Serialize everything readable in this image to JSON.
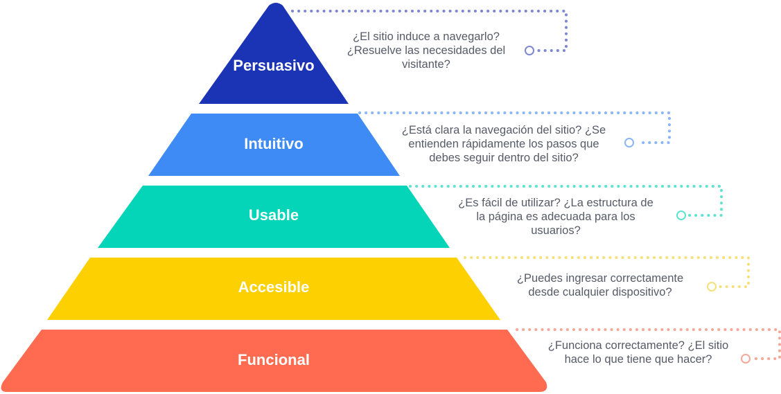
{
  "pyramid": {
    "levels": [
      {
        "label": "Persuasivo",
        "color": "#1b33b5",
        "dot_color": "#7c87d4",
        "description": "¿El sitio induce a navegarlo?\n¿Resuelve las necesidades del\nvisitante?"
      },
      {
        "label": "Intuitivo",
        "color": "#3f8bf5",
        "dot_color": "#8ab6f6",
        "description": "¿Está clara la navegación del sitio? ¿Se\nentienden rápidamente los pasos que\ndebes seguir dentro del sitio?"
      },
      {
        "label": "Usable",
        "color": "#04d4b8",
        "dot_color": "#5ee3d1",
        "description": "¿Es fácil de utilizar? ¿La estructura de\nla página es adecuada para los\nusuarios?"
      },
      {
        "label": "Accesible",
        "color": "#fdd001",
        "dot_color": "#f6e07a",
        "description": "¿Puedes ingresar correctamente\ndesde cualquier dispositivo?"
      },
      {
        "label": "Funcional",
        "color": "#ff6b50",
        "dot_color": "#f5a898",
        "description": "¿Funciona correctamente? ¿El sitio\nhace lo que tiene que hacer?"
      }
    ]
  }
}
